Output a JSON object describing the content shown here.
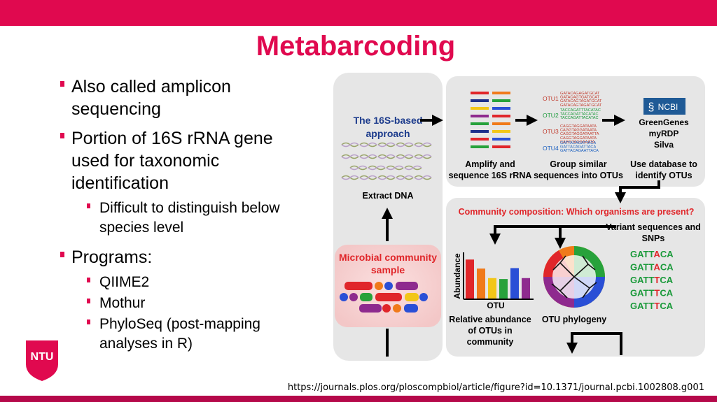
{
  "slide": {
    "title": "Metabarcoding",
    "accent_color": "#e0094f",
    "bar_color": "#b5094a",
    "bullets": [
      {
        "text": "Also called amplicon sequencing",
        "lines": [
          "Also called amplicon",
          "sequencing"
        ]
      },
      {
        "text": "Portion of 16S rRNA gene used for taxonomic identification",
        "lines": [
          "Portion of 16S rRNA gene",
          "used for taxonomic",
          "identification"
        ],
        "sub": [
          {
            "lines": [
              "Difficult to distinguish below",
              "species level"
            ]
          }
        ]
      },
      {
        "text": "Programs:",
        "lines": [
          "Programs:"
        ],
        "sub": [
          {
            "lines": [
              "QIIME2"
            ]
          },
          {
            "lines": [
              "Mothur"
            ]
          },
          {
            "lines": [
              "PhyloSeq (post-mapping",
              "analyses in R)"
            ]
          }
        ]
      }
    ],
    "logo_text": "NTU",
    "credit": "https://journals.plos.org/ploscompbiol/article/figure?id=10.1371/journal.pcbi.1002808.g001"
  },
  "figure": {
    "approach_title": [
      "The 16S-based",
      "approach"
    ],
    "extract_dna": "Extract DNA",
    "sample_label": [
      "Microbial community",
      "sample"
    ],
    "amplify_label": [
      "Amplify and",
      "sequence 16S rRNA"
    ],
    "group_label": [
      "Group similar",
      "sequences into OTUs"
    ],
    "database_label": [
      "Use database to",
      "identify OTUs"
    ],
    "otu_names": [
      "OTU1",
      "OTU2",
      "OTU3",
      "OTU4"
    ],
    "otu_sequences": [
      [
        "GATACAGAGATGCAT",
        "GATACAGTGATGCAT",
        "GATACAGTAGATGCAT",
        "GATACAGTAGATGCAT"
      ],
      [
        "TACCAGATTTACATAC",
        "TACCAGATTACATAC",
        "TACCAGATTACATAC"
      ],
      [
        "CAGGTAGGATAATA",
        "CAGGTAGGATAATA",
        "CAGGTAGGATAATTA",
        "CAGGTAGGATAATA",
        "CAGGTAGGAAATA"
      ],
      [
        "GATTACAGATTACA",
        "GATTACAGATTACA",
        "GATTACAGAATTACA"
      ]
    ],
    "otu_colors": [
      "#c0392b",
      "#1a9a3a",
      "#c0392b",
      "#1a5fbf"
    ],
    "database_names": [
      "GreenGenes",
      "myRDP",
      "Silva"
    ],
    "ncbi_logo": "NCBI",
    "community_question": "Community composition: Which organisms are present?",
    "variant_label": [
      "Variant sequences and",
      "SNPs"
    ],
    "snp_sequences": [
      {
        "pre": "GATT",
        "snp": "A",
        "post": "CA"
      },
      {
        "pre": "GATT",
        "snp": "A",
        "post": "CA"
      },
      {
        "pre": "GATT",
        "snp": "T",
        "post": "CA"
      },
      {
        "pre": "GATT",
        "snp": "T",
        "post": "CA"
      },
      {
        "pre": "GATT",
        "snp": "T",
        "post": "CA"
      }
    ],
    "abundance_ylabel": "Abundance",
    "abundance_xlabel": "OTU",
    "relative_label": [
      "Relative abundance",
      "of  OTUs in",
      "community"
    ],
    "phylogeny_label": "OTU phylogeny",
    "bar_colors": [
      "#e0262a",
      "#f07a1a",
      "#f2c618",
      "#27a23b",
      "#2a4fd6",
      "#8e2a8e"
    ],
    "bar_values": [
      0.82,
      0.63,
      0.43,
      0.41,
      0.64,
      0.43
    ],
    "dna_strip_colors": [
      "#e0262a",
      "#f07a1a",
      "#f2c618",
      "#8e2a8e",
      "#27a23b",
      "#2a4fd6"
    ]
  }
}
